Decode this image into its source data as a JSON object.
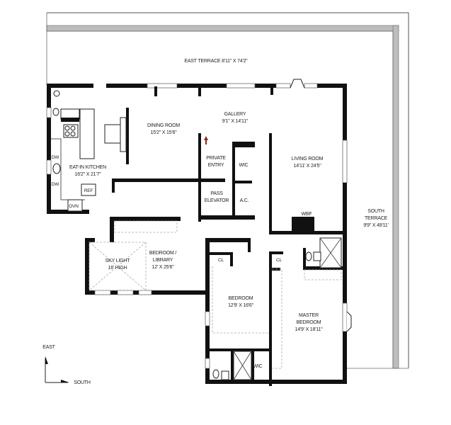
{
  "floorplan": {
    "terraces": {
      "east": {
        "name": "EAST TERRACE",
        "dims": "8'11\" X 74'2\""
      },
      "south": {
        "name_line1": "SOUTH",
        "name_line2": "TERRACE",
        "dims": "9'9\" X 49'11'"
      }
    },
    "rooms": {
      "dining": {
        "name": "DINING ROOM",
        "dims": "15'2\" X 15'6\""
      },
      "gallery": {
        "name": "GALLERY",
        "dims": "9'1\" X 14'11\""
      },
      "kitchen": {
        "name": "EAT-IN KITCHEN",
        "dims": "16'2\" X 21'7\""
      },
      "private_entry": {
        "line1": "PRIVATE",
        "line2": "ENTRY"
      },
      "wic_entry": {
        "name": "WIC"
      },
      "pass_elevator": {
        "line1": "PASS",
        "line2": "ELEVATOR"
      },
      "ac": {
        "name": "A.C."
      },
      "living": {
        "name": "LIVING ROOM",
        "dims": "14'11' X 24'5\""
      },
      "wbf": {
        "name": "WBF"
      },
      "skylight": {
        "line1": "SKY LIGHT",
        "line2": "16' HIGH"
      },
      "library": {
        "line1": "BEDROOM /",
        "line2": "LIBRARY",
        "dims": "12' X 25'6\""
      },
      "bedroom": {
        "name": "BEDROOM",
        "dims": "12'9' X 16'6\""
      },
      "master": {
        "line1": "MASTER",
        "line2": "BEDROOM",
        "dims": "14'9' X 18'11\""
      },
      "cl_bedroom": {
        "name": "CL"
      },
      "cl_master": {
        "name": "CL"
      },
      "wic_bedroom": {
        "name": "WIC"
      }
    },
    "appliances": {
      "dw_top": "DW",
      "dw_bottom": "DW",
      "ref": "REF",
      "ovn": "OVN"
    },
    "compass": {
      "north_label": "EAST",
      "east_label": "SOUTH"
    },
    "colors": {
      "wall": "#111111",
      "terrace_rail": "#bdbdbd",
      "entry_arrow": "#8b2a1a"
    }
  }
}
